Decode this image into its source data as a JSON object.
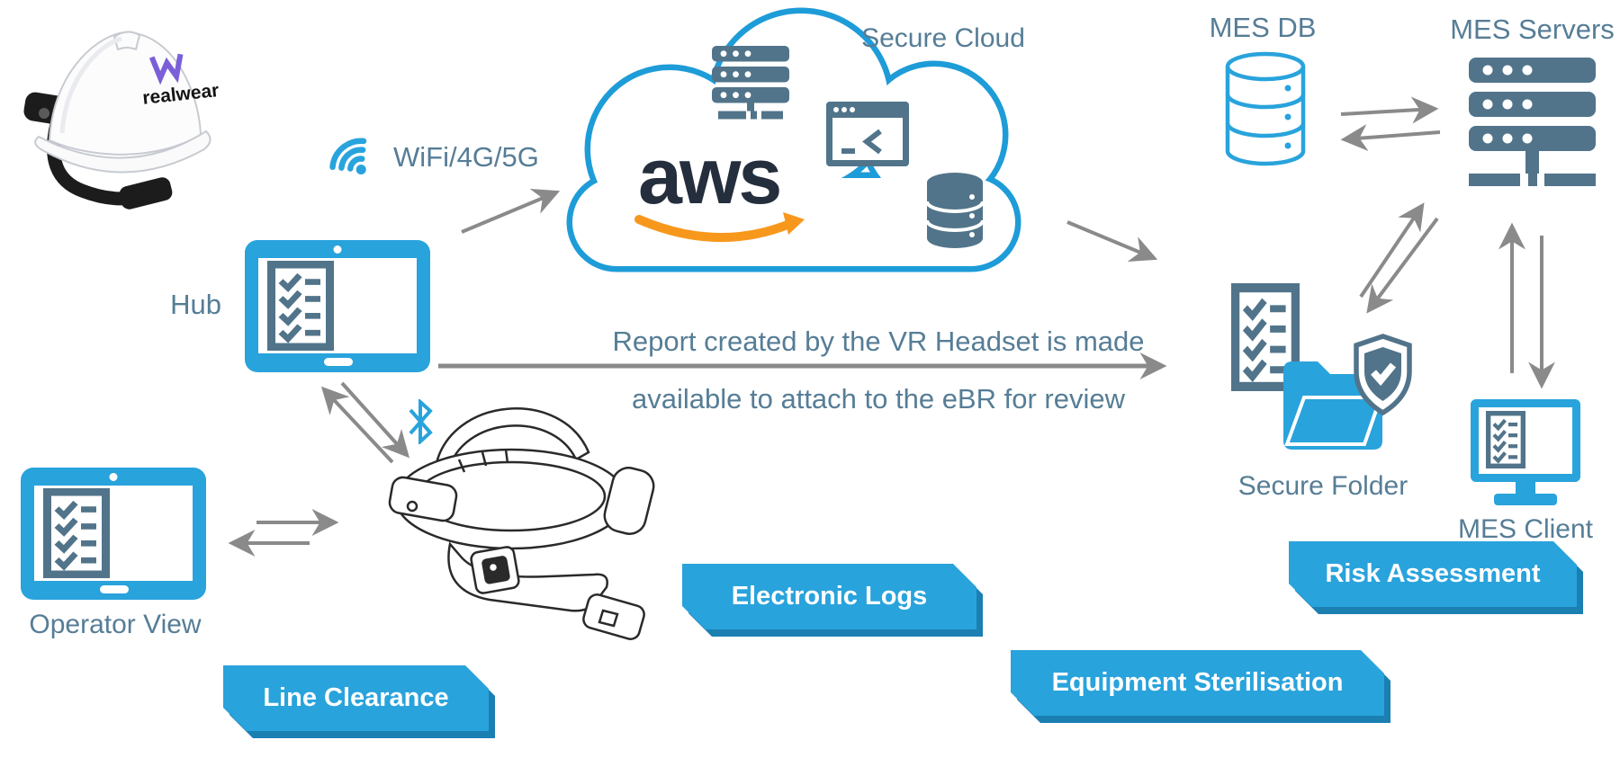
{
  "colors": {
    "bright_blue": "#29A3DC",
    "cloud_stroke": "#1E9CD8",
    "slate_icon": "#51748A",
    "label_text": "#567D96",
    "arrow_gray": "#8A8A8A",
    "aws_navy": "#242E3D",
    "aws_orange": "#F7981D",
    "tag_shadow": "#1B7FB2",
    "logo_purple": "#7A5FD8"
  },
  "labels": {
    "hub": "Hub",
    "operator_view": "Operator View",
    "wifi": "WiFi/4G/5G",
    "secure_cloud": "Secure Cloud",
    "aws": "aws",
    "mes_db": "MES DB",
    "mes_servers": "MES Servers",
    "secure_folder": "Secure Folder",
    "mes_client": "MES Client",
    "realwear": "realwear"
  },
  "annotation": {
    "line1": "Report created by the VR Headset is made",
    "line2": "available to attach to the eBR for review"
  },
  "tags": [
    {
      "label": "Line Clearance"
    },
    {
      "label": "Electronic Logs"
    },
    {
      "label": "Equipment Sterilisation"
    },
    {
      "label": "Risk Assessment"
    }
  ]
}
